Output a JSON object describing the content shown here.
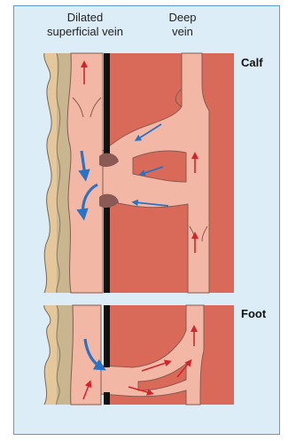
{
  "labels": {
    "superficial": [
      "Dilated",
      "superficial vein"
    ],
    "deep": [
      "Deep",
      "vein"
    ],
    "calf": "Calf",
    "foot": "Foot"
  },
  "colors": {
    "background": "#dcedf8",
    "border": "#5aa0cf",
    "skin": "#e4c79a",
    "fascia": "#c9b58f",
    "muscle": "#d96a5a",
    "vein": "#f3b7a6",
    "vein_outline": "#8a5a4e",
    "valve": "#8c5a55",
    "reflux_arrow": "#2a73c4",
    "normal_arrow": "#d4242b"
  }
}
